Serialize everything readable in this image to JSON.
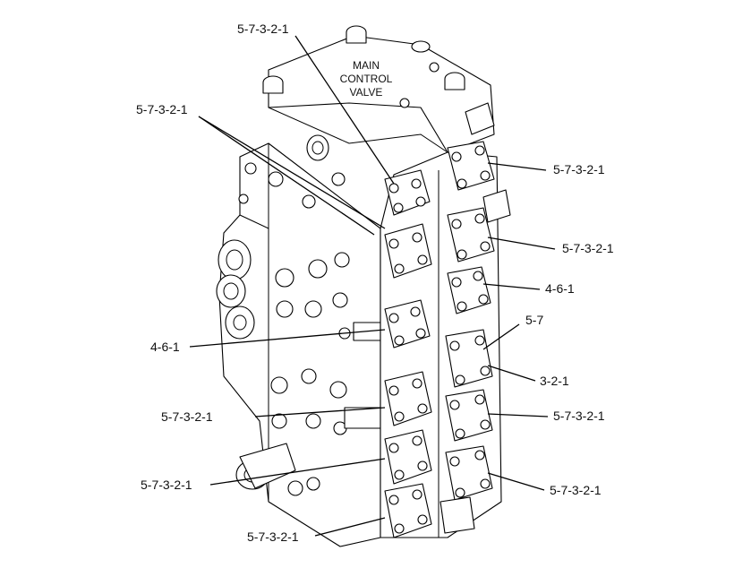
{
  "diagram": {
    "title_lines": [
      "MAIN",
      "CONTROL",
      "VALVE"
    ],
    "callouts": [
      {
        "id": "top",
        "text": "5-7-3-2-1"
      },
      {
        "id": "upper-left",
        "text": "5-7-3-2-1"
      },
      {
        "id": "right-1",
        "text": "5-7-3-2-1"
      },
      {
        "id": "right-2",
        "text": "5-7-3-2-1"
      },
      {
        "id": "right-3",
        "text": "4-6-1"
      },
      {
        "id": "right-4a",
        "text": "5-7"
      },
      {
        "id": "right-4b",
        "text": "3-2-1"
      },
      {
        "id": "left-mid",
        "text": "4-6-1"
      },
      {
        "id": "right-5",
        "text": "5-7-3-2-1"
      },
      {
        "id": "left-lower",
        "text": "5-7-3-2-1"
      },
      {
        "id": "right-6",
        "text": "5-7-3-2-1"
      },
      {
        "id": "left-bottom",
        "text": "5-7-3-2-1"
      },
      {
        "id": "bottom",
        "text": "5-7-3-2-1"
      }
    ]
  }
}
